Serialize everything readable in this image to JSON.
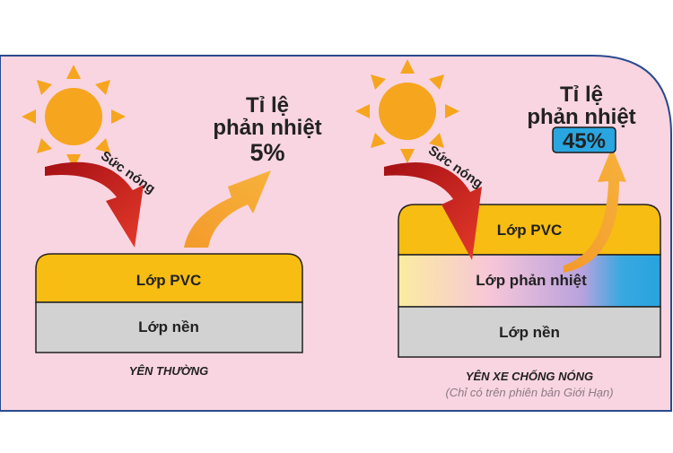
{
  "left": {
    "heat_label": "Sức nóng",
    "ratio_line1": "Tỉ lệ",
    "ratio_line2": "phản nhiệt",
    "ratio_value": "5%",
    "layer_pvc": "Lớp PVC",
    "layer_base": "Lớp nền",
    "caption": "YÊN THƯỜNG"
  },
  "right": {
    "heat_label": "Sức nóng",
    "ratio_line1": "Tỉ lệ",
    "ratio_line2": "phản nhiệt",
    "ratio_value": "45%",
    "layer_pvc": "Lớp PVC",
    "layer_reflect": "Lớp phản nhiệt",
    "layer_base": "Lớp nền",
    "caption": "YÊN XE CHỐNG NÓNG",
    "note": "(Chỉ có trên phiên bản Giới Hạn)"
  },
  "colors": {
    "background_panel": "#f9d5e1",
    "panel_border": "#2b4a8c",
    "pvc_layer": "#f7bd12",
    "base_layer": "#d2d2d2",
    "heat_arrow": "#d9262a",
    "reflect_arrow": "#f49a2c",
    "sun": "#f6a51f",
    "badge": "#29a6e0"
  },
  "icons": [
    "sun-icon",
    "heat-arrow-icon",
    "reflection-arrow-icon"
  ]
}
